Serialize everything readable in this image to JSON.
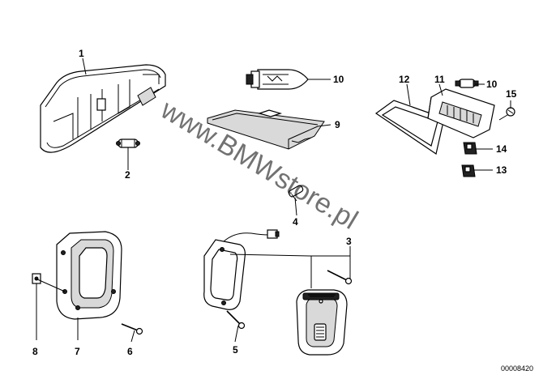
{
  "callouts": [
    "1",
    "2",
    "3",
    "4",
    "5",
    "6",
    "7",
    "8",
    "9",
    "10",
    "10",
    "11",
    "12",
    "13",
    "14",
    "15"
  ],
  "part_number": "00008420",
  "watermark": "www.BMWstore.pl"
}
